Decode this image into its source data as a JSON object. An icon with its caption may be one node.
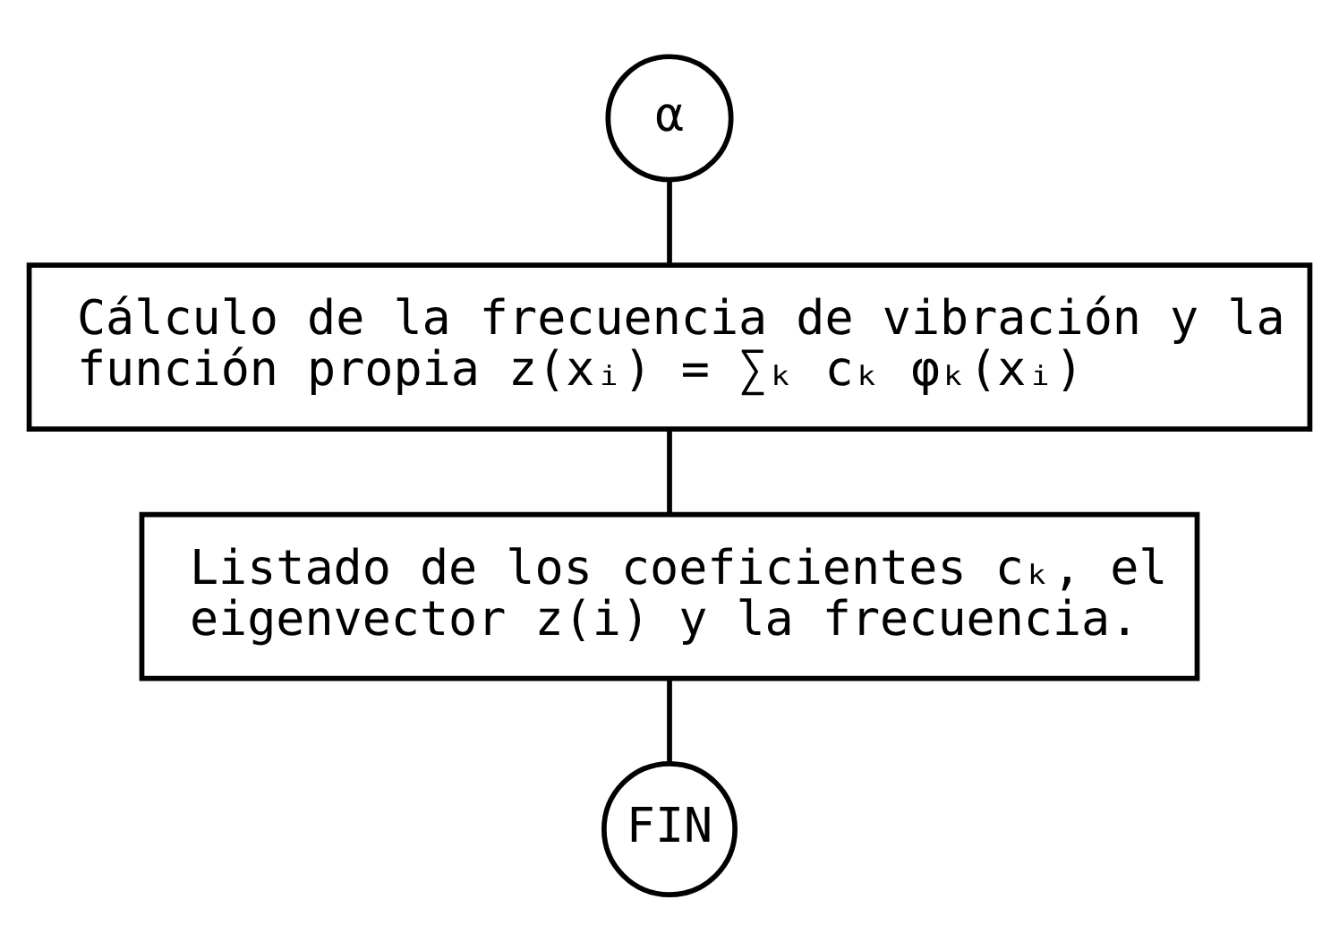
{
  "diagram": {
    "nodes": [
      {
        "text": [
          "α"
        ]
      },
      {
        "text": [
          "Cálculo de la frecuencia de vibración y la función propia z(xᵢ) = ∑ₖ cₖ φₖ(xᵢ)"
        ]
      },
      {
        "text": [
          "Listado de los coeficientes cₖ, el eigenvector z(i) y la frecuencia."
        ]
      },
      {
        "text": [
          "FIN"
        ]
      }
    ],
    "edges": [
      {
        "from": 0,
        "to": 1,
        "arrow": "none"
      },
      {
        "from": 1,
        "to": 2,
        "arrow": "none"
      },
      {
        "from": 2,
        "to": 3,
        "arrow": "none"
      }
    ]
  }
}
